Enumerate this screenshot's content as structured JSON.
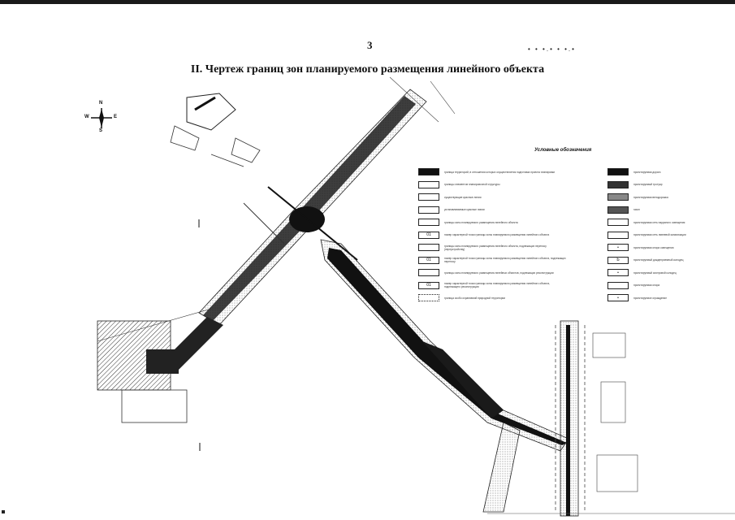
{
  "page_number": "3",
  "corner_marks": "•    •          •.• • •.•",
  "title": "II. Чертеж границ зон планируемого размещения линейного объекта",
  "compass": {
    "n": "N",
    "w": "W",
    "e": "E",
    "s": "S"
  },
  "legend": {
    "title": "Условные обозначения",
    "left_items": [
      {
        "sym": "",
        "text": "граница территорий, в отношении которых осуществляется подготовка проекта планировки"
      },
      {
        "sym": "",
        "text": "границы элементов планировочной структуры"
      },
      {
        "sym": "",
        "text": "существующие красные линии"
      },
      {
        "sym": "",
        "text": "устанавливаемые красные линии"
      },
      {
        "sym": "",
        "text": "границы зоны планируемого размещения линейного объекта"
      },
      {
        "sym": "01",
        "text": "номер характерной точки границы зоны планируемого размещения линейного объекта"
      },
      {
        "sym": "",
        "text": "границы зоны планируемого размещения линейного объекта, подлежащих переносу (переустройству)"
      },
      {
        "sym": "01",
        "text": "номер характерной точки границы зоны планируемого размещения линейного объекта, подлежащих переносу"
      },
      {
        "sym": "",
        "text": "границы зоны планируемого размещения линейных объектов, подлежащих реконструкции"
      },
      {
        "sym": "01",
        "text": "номер характерной точки границы зоны планируемого размещения линейного объекта, подлежащего реконструкции"
      },
      {
        "sym": "",
        "text": "граница особо охраняемой природной территории"
      }
    ],
    "right_items": [
      {
        "sym": "",
        "text": "проектируемая дорога"
      },
      {
        "sym": "",
        "text": "проектируемый тротуар"
      },
      {
        "sym": "",
        "text": "проектируемая велодорожка"
      },
      {
        "sym": "",
        "text": "газон"
      },
      {
        "sym": "",
        "text": "проектируемая сеть наружного освещения"
      },
      {
        "sym": "",
        "text": "проектируемая сеть ливневой канализации"
      },
      {
        "sym": "•",
        "text": "проектируемая опора освещения"
      },
      {
        "sym": "Ь",
        "text": "проектируемый дождеприемный колодец"
      },
      {
        "sym": "•",
        "text": "проектируемый смотровой колодец"
      },
      {
        "sym": "",
        "text": "проектируемая опора"
      },
      {
        "sym": "•",
        "text": "проектируемое ограждение"
      }
    ]
  }
}
